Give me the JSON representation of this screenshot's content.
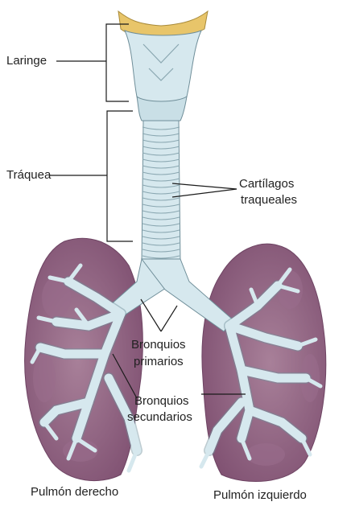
{
  "labels": {
    "laringe": "Laringe",
    "traquea": "Tráquea",
    "cartilagos_1": "Cartílagos",
    "cartilagos_2": "traqueales",
    "bronquios_primarios_1": "Bronquios",
    "bronquios_primarios_2": "primarios",
    "bronquios_secundarios_1": "Bronquios",
    "bronquios_secundarios_2": "secundarios",
    "pulmon_derecho": "Pulmón derecho",
    "pulmon_izquierdo": "Pulmón izquierdo"
  },
  "colors": {
    "lung_fill": "#8c5b7d",
    "lung_light": "#a57896",
    "airway_fill": "#d6e8ee",
    "airway_stroke": "#6f8e99",
    "epiglottis": "#e8c56a",
    "leader_line": "#1a1a1a"
  }
}
